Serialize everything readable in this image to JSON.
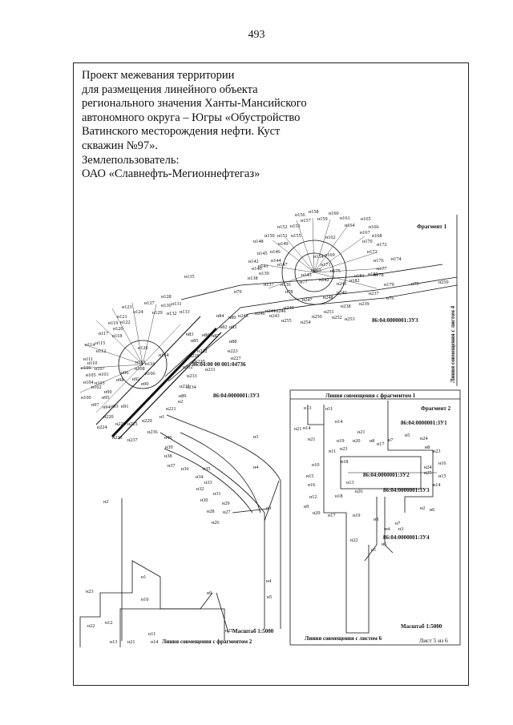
{
  "page_number": "493",
  "title_lines": [
    "Проект межевания территории",
    "для размещения линейного объекта",
    "регионального значения Ханты-Мансийского",
    "автономного  округа – Югры  «Обустройство",
    "Ватинского месторождения нефти. Куст",
    "скважин №97».",
    "Землепользователь:",
    "ОАО «Славнефть-Мегионнефтегаз»"
  ],
  "map": {
    "fragment1_label": "Фрагмент 1",
    "fragment2_label": "Фрагмент 2",
    "sheet4_junction": "Линия совмещения с листом 4",
    "frag1_junction": "Линия совмещения с фрагментом 1",
    "frag2_junction": "Линия совмещения с фрагментом 2",
    "sheet6_junction": "Линия совмещения с листом 6",
    "scale_main": "Масштаб 1:5000",
    "scale_frag2": "Масштаб 1:5000",
    "sheet_info": "Лист 5 из 6",
    "cadastral": [
      "86:04:0000001:3У3",
      "86:04:00 00 001:04736",
      "86:04:0000001:3У3",
      "86:04:0000001:3У1",
      "86:04:0000001:3У2",
      "86:04:0000001:3У3",
      "86:04:0000001:3У4"
    ],
    "main_points": [
      "н1",
      "н2",
      "н3",
      "н4",
      "н5",
      "н9",
      "н10",
      "н11",
      "н12",
      "н13",
      "н14",
      "н21",
      "н22",
      "н23",
      "н25",
      "н26",
      "н27",
      "н28",
      "н29",
      "н30",
      "н31",
      "н32",
      "н33",
      "н34",
      "н35",
      "н36",
      "н37",
      "н38",
      "н39",
      "н40",
      "н75",
      "н76",
      "н77",
      "н78",
      "н79",
      "н80",
      "н81",
      "н82",
      "н83",
      "н84",
      "н85",
      "н86",
      "н87",
      "н88",
      "н89",
      "н90",
      "н91",
      "н92",
      "н93",
      "н94",
      "н95",
      "н96",
      "н97",
      "н99",
      "н100",
      "н101",
      "н102",
      "н103",
      "н104",
      "н105",
      "н106",
      "н107",
      "н108",
      "н109",
      "н110",
      "н111",
      "н112",
      "н113",
      "н114",
      "н116",
      "н117",
      "н118",
      "н119",
      "н120",
      "н121",
      "н123",
      "н124",
      "н125",
      "н126",
      "н127",
      "н128",
      "н129",
      "н130",
      "н131",
      "н133",
      "н134",
      "н135",
      "н136",
      "н137",
      "н138",
      "н139",
      "н140",
      "н141",
      "н142",
      "н143",
      "н144",
      "н145",
      "н146",
      "н147",
      "н148",
      "н149",
      "н150",
      "н151",
      "н152",
      "н153",
      "н154",
      "н155",
      "н156",
      "н157",
      "н158",
      "н159",
      "н160",
      "н161",
      "н162",
      "н163",
      "н164",
      "н165",
      "н166",
      "н167",
      "н168",
      "н169",
      "н170",
      "н171",
      "н172",
      "н173",
      "н174",
      "н175",
      "н176",
      "н177",
      "н178",
      "н179",
      "н180",
      "н181",
      "н182",
      "н220",
      "н221",
      "н222",
      "н223",
      "н224",
      "н225",
      "н226",
      "н227",
      "н228",
      "н229",
      "н230",
      "н231",
      "н232",
      "н233",
      "н234",
      "н235",
      "н236",
      "н237",
      "н238",
      "н239",
      "н240",
      "н241",
      "н242",
      "н243",
      "н244",
      "н245",
      "н246",
      "н247",
      "н248",
      "н249",
      "н250",
      "н251",
      "н252",
      "н253",
      "н254",
      "н255",
      "н259"
    ],
    "frag2_points": [
      "н1",
      "н2",
      "н3",
      "н4",
      "н5",
      "н6",
      "н7",
      "н8",
      "н9",
      "н10",
      "н11",
      "н12",
      "н13",
      "н14",
      "н15",
      "н16",
      "н17",
      "н18",
      "н19",
      "н20",
      "н21",
      "н22",
      "н23",
      "н24",
      "н25",
      "н26"
    ]
  }
}
